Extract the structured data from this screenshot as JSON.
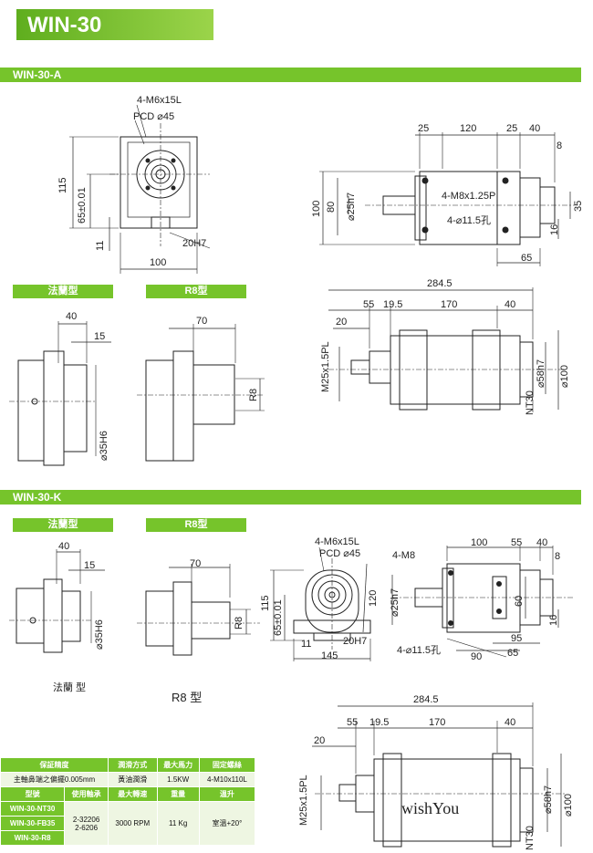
{
  "title": "WIN-30",
  "sections": {
    "a": "WIN-30-A",
    "k": "WIN-30-K"
  },
  "subheads": {
    "flange": "法蘭型",
    "r8": "R8型"
  },
  "captions": {
    "flange": "法蘭 型",
    "r8": "R8 型"
  },
  "dims": {
    "a_front": [
      "4-M6x15L",
      "PCD ⌀45",
      "115",
      "65±0.01",
      "11",
      "20H7",
      "100"
    ],
    "a_side": [
      "25",
      "120",
      "25",
      "40",
      "8",
      "80",
      "100",
      "⌀25h7",
      "4-M8x1.25P",
      "4-⌀11.5孔",
      "35",
      "16",
      "65"
    ],
    "a_long": [
      "284.5",
      "55",
      "19.5",
      "170",
      "40",
      "20",
      "M25x1.5PL",
      "⌀58h7",
      "⌀100",
      "NT30"
    ],
    "a_flange": [
      "40",
      "15",
      "⌀35H6"
    ],
    "a_r8": [
      "70",
      "R8"
    ],
    "k_flange": [
      "40",
      "15",
      "⌀35H6"
    ],
    "k_r8": [
      "70",
      "R8"
    ],
    "k_front": [
      "4-M6x15L",
      "PCD ⌀45",
      "115",
      "65±0.01",
      "11",
      "20H7",
      "145"
    ],
    "k_side": [
      "4-M8",
      "100",
      "55",
      "40",
      "8",
      "120",
      "⌀25h7",
      "60",
      "16",
      "95",
      "4-⌀11.5孔",
      "90",
      "65"
    ],
    "k_long": [
      "284.5",
      "55",
      "19.5",
      "170",
      "40",
      "20",
      "M25x1.5PL",
      "⌀58h7",
      "⌀100",
      "NT30"
    ]
  },
  "brand": "wishYou",
  "spec": {
    "row1_headers": [
      "保証精度",
      "潤滑方式",
      "最大馬力",
      "固定螺絲"
    ],
    "row1_values": [
      "主軸鼻端之偏擺0.005mm",
      "黃油潤滑",
      "1.5KW",
      "4-M10x110L"
    ],
    "row2_headers": [
      "型號",
      "使用軸承",
      "最大轉速",
      "重量",
      "溫升"
    ],
    "models": [
      "WIN-30-NT30",
      "WIN-30-FB35",
      "WIN-30-R8"
    ],
    "bearing": "2-32206\n2-6206",
    "bearing_lines": [
      "2-32206",
      "2-6206"
    ],
    "speed": "3000 RPM",
    "weight": "11 Kg",
    "temp": "室溫+20°"
  }
}
